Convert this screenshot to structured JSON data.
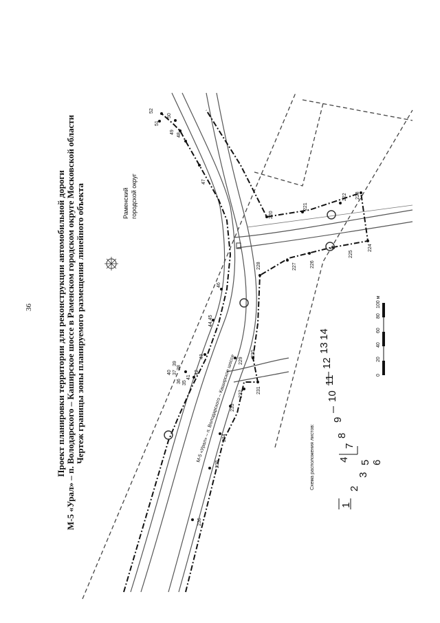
{
  "page_number": "36",
  "title": {
    "line1": "Проект планировки территории для реконструкции автомобильной дороги",
    "line2": "М-5 «Урал» – п. Володарского – Каширское шоссе в Раменском городском округе Московской области",
    "line3": "Чертеж границы зоны планируемого размещения линейного объекта"
  },
  "district_label": {
    "line1": "Раменский",
    "line2": "городской округ"
  },
  "road_label": "М-5 «Урал» – п. Володарского – Каширское шоссе",
  "scheme_title": "Схема расположения листов:",
  "sheet_numbers": [
    "1",
    "2",
    "3",
    "4",
    "5",
    "6",
    "7",
    "8",
    "9",
    "10",
    "11",
    "12",
    "13",
    "14"
  ],
  "scale_bar": {
    "ticks": [
      "0",
      "20",
      "40",
      "60",
      "80",
      "100 м"
    ]
  },
  "points": {
    "p52": "52",
    "p51": "51",
    "p50": "50",
    "p49": "49",
    "p48": "48",
    "p47": "47",
    "p46": "46",
    "p4445": "44,45",
    "p43": "43",
    "p42": "42",
    "p41": "41",
    "p35": "35",
    "p36": "36",
    "p37": "37",
    "p38": "38",
    "p39": "39",
    "p40": "40",
    "p220": "220",
    "p221": "221",
    "p222": "222",
    "p223": "223",
    "p224": "224",
    "p225": "225",
    "p226": "226",
    "p227": "227",
    "p228": "228",
    "p229": "229",
    "p230": "230",
    "p231": "231",
    "p232": "232",
    "p233": "233",
    "p234": "234",
    "p235": "235",
    "p236": "236"
  },
  "colors": {
    "ink": "#111111",
    "paper": "#ffffff",
    "road": "#555555"
  }
}
